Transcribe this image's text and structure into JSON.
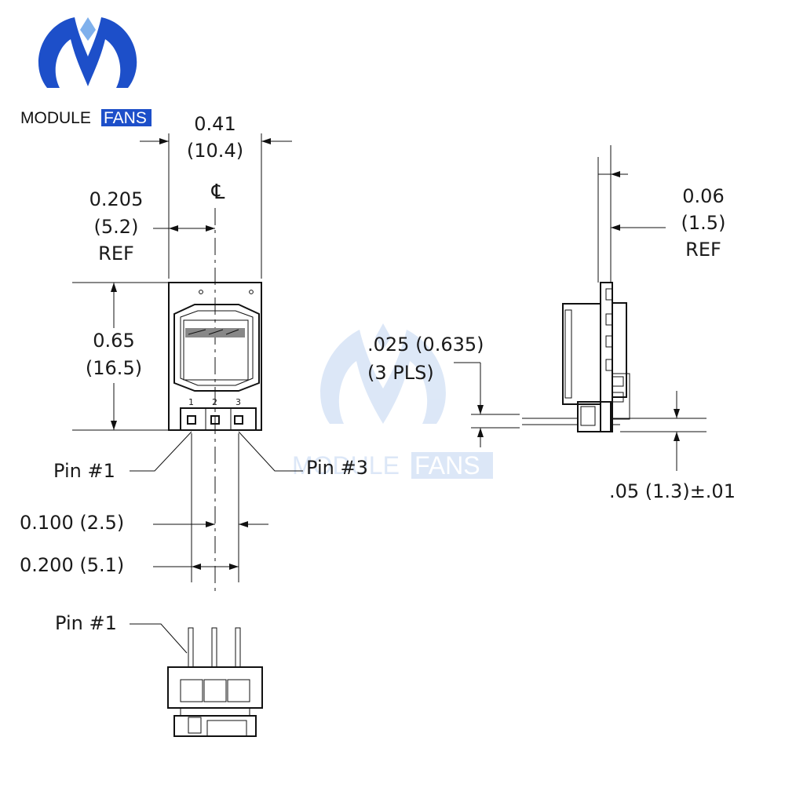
{
  "brand": {
    "word1": "MODULE",
    "word2": "FANS",
    "colors": {
      "blue": "#1d4fc9",
      "light_blue": "#7fb0ec",
      "dark": "#111111",
      "watermark": "#2d6fd0"
    }
  },
  "watermark": {
    "word1": "MODULE",
    "word2": "FANS"
  },
  "front_view": {
    "width_in": "0.41",
    "width_mm": "(10.4)",
    "centerline_symbol": "℄",
    "half_width_in": "0.205",
    "half_width_mm": "(5.2)",
    "half_width_ref": "REF",
    "height_in": "0.65",
    "height_mm": "(16.5)",
    "pin_labels": [
      "1",
      "2",
      "3"
    ],
    "pin1_label": "Pin #1",
    "pin3_label": "Pin #3",
    "pitch_label": "0.100 (2.5)",
    "span_label": "0.200 (5.1)"
  },
  "side_view": {
    "thickness_in": "0.06",
    "thickness_mm": "(1.5)",
    "thickness_ref": "REF",
    "pin_size_label": ".025 (0.635)",
    "pin_count_label": "(3 PLS)",
    "offset_label": ".05 (1.3)±.01"
  },
  "bottom_view": {
    "pin1_label": "Pin #1"
  }
}
